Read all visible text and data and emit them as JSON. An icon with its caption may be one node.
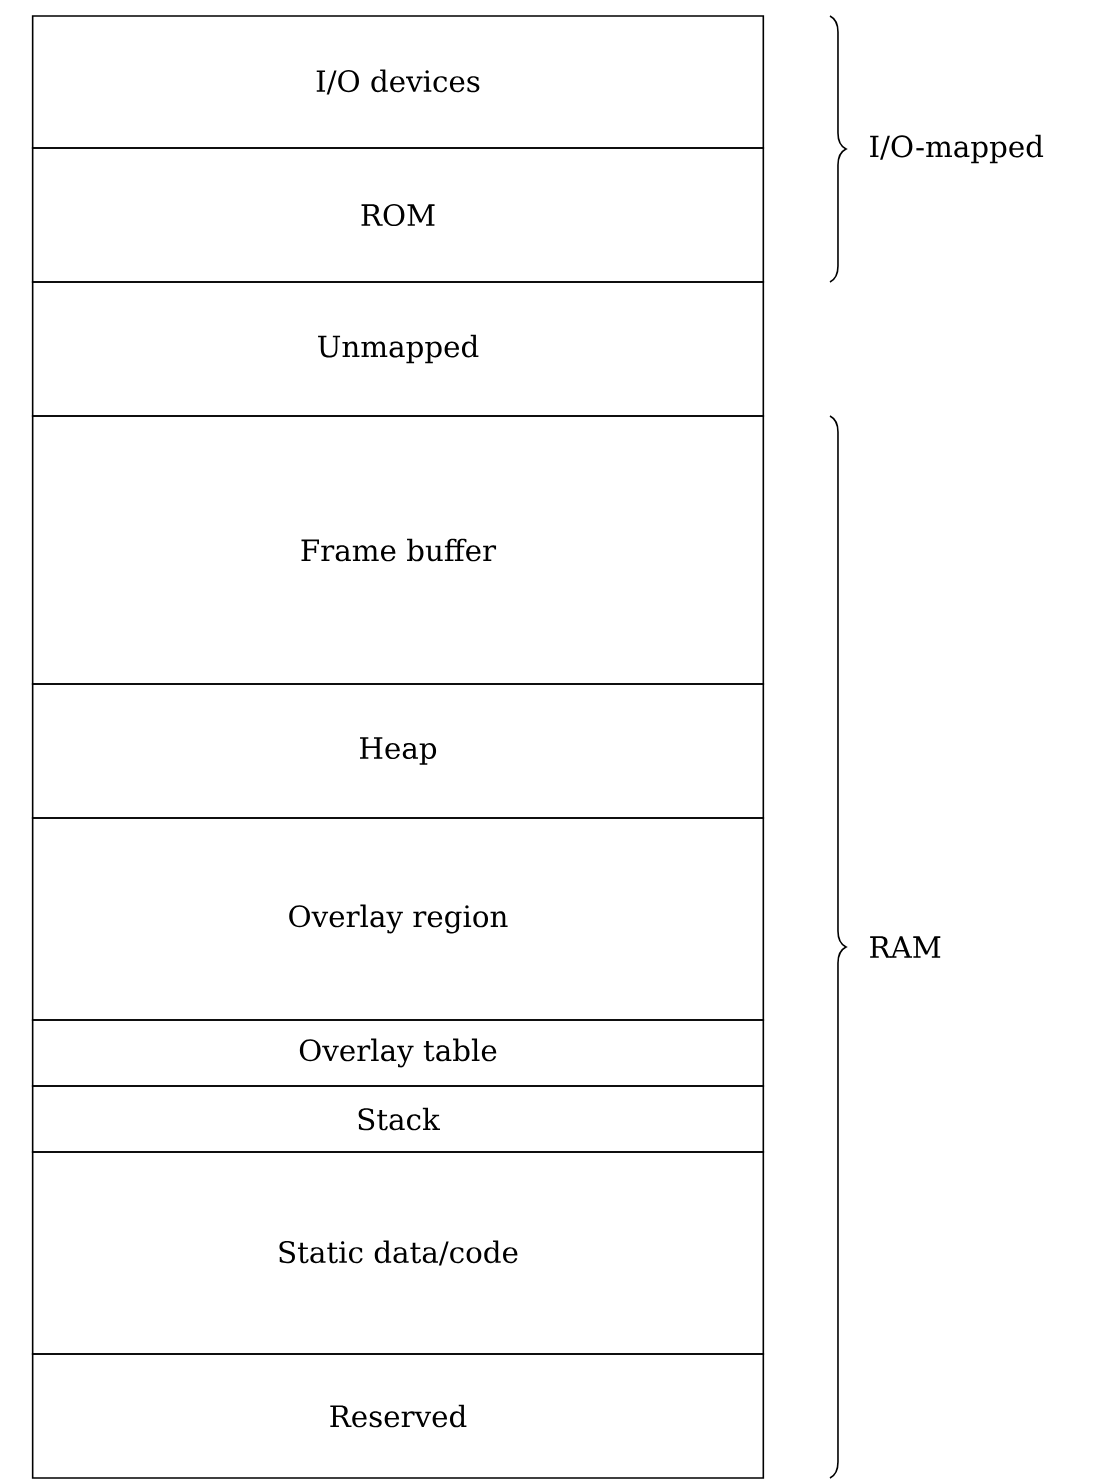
{
  "diagram": {
    "nodes": [
      {
        "text": [
          "I/O devices"
        ]
      },
      {
        "text": [
          "ROM"
        ]
      },
      {
        "text": [
          "Unmapped"
        ]
      },
      {
        "text": [
          "Frame buffer"
        ]
      },
      {
        "text": [
          "Heap"
        ]
      },
      {
        "text": [
          "Overlay region"
        ]
      },
      {
        "text": [
          "Overlay table"
        ]
      },
      {
        "text": [
          "Stack"
        ]
      },
      {
        "text": [
          "Static data/code"
        ]
      },
      {
        "text": [
          "Reserved"
        ]
      }
    ],
    "labels": [
      "I/O-mapped",
      "RAM"
    ]
  }
}
